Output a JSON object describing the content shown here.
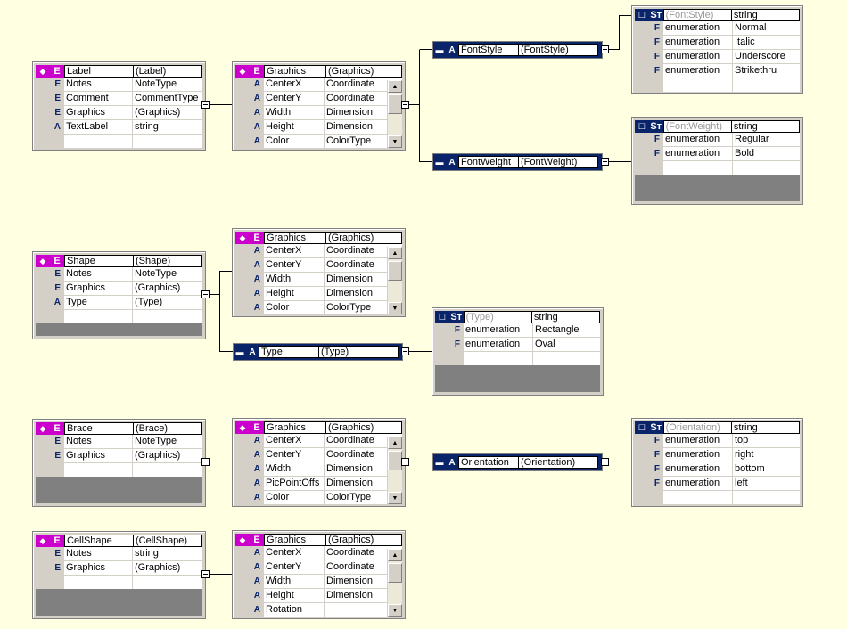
{
  "diagram": {
    "boxes": [
      {
        "id": "label",
        "kind": "element",
        "header": [
          "Label",
          "(Label)"
        ],
        "rows": [
          [
            "E",
            "Notes",
            "NoteType"
          ],
          [
            "E",
            "Comment",
            "CommentType"
          ],
          [
            "E",
            "Graphics",
            "(Graphics)"
          ],
          [
            "A",
            "TextLabel",
            "string"
          ],
          [
            "",
            "",
            ""
          ]
        ]
      },
      {
        "id": "label-graphics",
        "kind": "element",
        "header": [
          "Graphics",
          "(Graphics)"
        ],
        "scroll": true,
        "rows": [
          [
            "A",
            "CenterX",
            "Coordinate"
          ],
          [
            "A",
            "CenterY",
            "Coordinate"
          ],
          [
            "A",
            "Width",
            "Dimension"
          ],
          [
            "A",
            "Height",
            "Dimension"
          ],
          [
            "A",
            "Color",
            "ColorType"
          ]
        ]
      },
      {
        "id": "fontstyle-st",
        "kind": "simpletype",
        "header": [
          "(FontStyle)",
          "string"
        ],
        "rows": [
          [
            "F",
            "enumeration",
            "Normal"
          ],
          [
            "F",
            "enumeration",
            "Italic"
          ],
          [
            "F",
            "enumeration",
            "Underscore"
          ],
          [
            "F",
            "enumeration",
            "Strikethru"
          ],
          [
            "",
            "",
            ""
          ]
        ]
      },
      {
        "id": "fontweight-st",
        "kind": "simpletype",
        "header": [
          "(FontWeight)",
          "string"
        ],
        "rows": [
          [
            "F",
            "enumeration",
            "Regular"
          ],
          [
            "F",
            "enumeration",
            "Bold"
          ],
          [
            "",
            "",
            ""
          ]
        ]
      },
      {
        "id": "shape",
        "kind": "element",
        "header": [
          "Shape",
          "(Shape)"
        ],
        "rows": [
          [
            "E",
            "Notes",
            "NoteType"
          ],
          [
            "E",
            "Graphics",
            "(Graphics)"
          ],
          [
            "A",
            "Type",
            "(Type)"
          ],
          [
            "",
            "",
            ""
          ]
        ]
      },
      {
        "id": "shape-graphics",
        "kind": "element",
        "header": [
          "Graphics",
          "(Graphics)"
        ],
        "scroll": true,
        "rows": [
          [
            "A",
            "CenterX",
            "Coordinate"
          ],
          [
            "A",
            "CenterY",
            "Coordinate"
          ],
          [
            "A",
            "Width",
            "Dimension"
          ],
          [
            "A",
            "Height",
            "Dimension"
          ],
          [
            "A",
            "Color",
            "ColorType"
          ]
        ]
      },
      {
        "id": "type-st",
        "kind": "simpletype",
        "header": [
          "(Type)",
          "string"
        ],
        "rows": [
          [
            "F",
            "enumeration",
            "Rectangle"
          ],
          [
            "F",
            "enumeration",
            "Oval"
          ],
          [
            "",
            "",
            ""
          ]
        ]
      },
      {
        "id": "brace",
        "kind": "element",
        "header": [
          "Brace",
          "(Brace)"
        ],
        "rows": [
          [
            "E",
            "Notes",
            "NoteType"
          ],
          [
            "E",
            "Graphics",
            "(Graphics)"
          ],
          [
            "",
            "",
            ""
          ]
        ]
      },
      {
        "id": "brace-graphics",
        "kind": "element",
        "header": [
          "Graphics",
          "(Graphics)"
        ],
        "scroll": true,
        "rows": [
          [
            "A",
            "CenterX",
            "Coordinate"
          ],
          [
            "A",
            "CenterY",
            "Coordinate"
          ],
          [
            "A",
            "Width",
            "Dimension"
          ],
          [
            "A",
            "PicPointOffs",
            "Dimension"
          ],
          [
            "A",
            "Color",
            "ColorType"
          ]
        ]
      },
      {
        "id": "orientation-st",
        "kind": "simpletype",
        "header": [
          "(Orientation)",
          "string"
        ],
        "rows": [
          [
            "F",
            "enumeration",
            "top"
          ],
          [
            "F",
            "enumeration",
            "right"
          ],
          [
            "F",
            "enumeration",
            "bottom"
          ],
          [
            "F",
            "enumeration",
            "left"
          ],
          [
            "",
            "",
            ""
          ]
        ]
      },
      {
        "id": "cellshape",
        "kind": "element",
        "header": [
          "CellShape",
          "(CellShape)"
        ],
        "rows": [
          [
            "E",
            "Notes",
            "string"
          ],
          [
            "E",
            "Graphics",
            "(Graphics)"
          ],
          [
            "",
            "",
            ""
          ]
        ]
      },
      {
        "id": "cellshape-graphics",
        "kind": "element",
        "header": [
          "Graphics",
          "(Graphics)"
        ],
        "scroll": true,
        "rows": [
          [
            "A",
            "CenterX",
            "Coordinate"
          ],
          [
            "A",
            "CenterY",
            "Coordinate"
          ],
          [
            "A",
            "Width",
            "Dimension"
          ],
          [
            "A",
            "Height",
            "Dimension"
          ],
          [
            "A",
            "Rotation",
            ""
          ]
        ]
      }
    ],
    "attributes": [
      {
        "id": "fontstyle-attr",
        "header": [
          "FontStyle",
          "(FontStyle)"
        ]
      },
      {
        "id": "fontweight-attr",
        "header": [
          "FontWeight",
          "(FontWeight)"
        ]
      },
      {
        "id": "type-attr",
        "header": [
          "Type",
          "(Type)"
        ]
      },
      {
        "id": "orientation-attr",
        "header": [
          "Orientation",
          "(Orientation)"
        ]
      }
    ],
    "icons": {
      "element": "diamond-E-icon",
      "simpletype": "ST-icon",
      "attribute": "A-icon",
      "collapse": "collapse-icon"
    },
    "colors": {
      "background": "#FFFFE1",
      "element_header": "#CC00CC",
      "type_header": "#0A246A",
      "panel": "#D4D0C8",
      "empty_area": "#808080"
    }
  }
}
